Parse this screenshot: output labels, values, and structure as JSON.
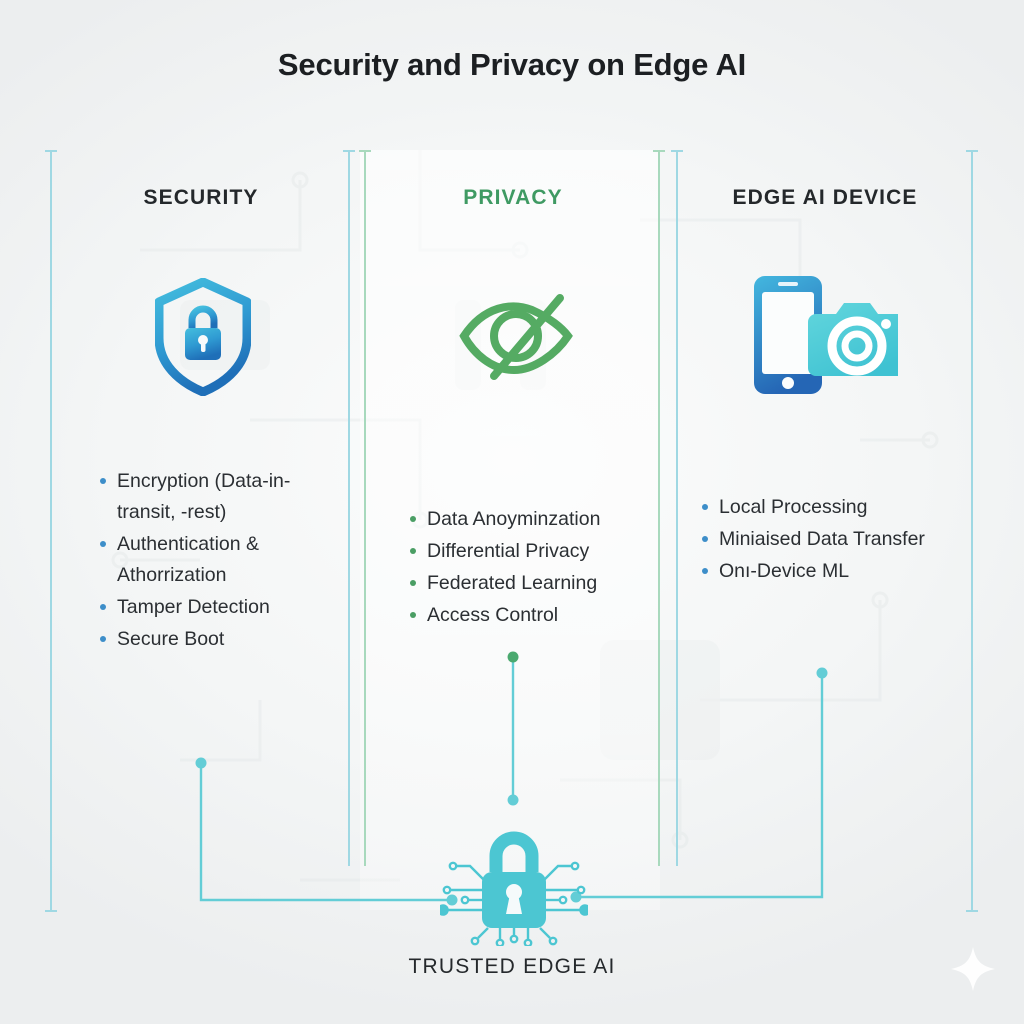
{
  "title": "Security and Privacy on Edge AI",
  "footer": {
    "label": "TRUSTED EDGE AI",
    "icon": "circuit-padlock-icon"
  },
  "colors": {
    "background": "#f4f6f6",
    "security_accent": "#3d8ec9",
    "privacy_accent": "#4a9e64",
    "device_accent": "#45c0d0",
    "connector": "#63cdd6",
    "title_text": "#1c1f22",
    "body_text": "#2b2f33"
  },
  "columns": [
    {
      "id": "security",
      "heading": "SECURITY",
      "heading_color": "#24282b",
      "icon": "shield-lock-icon",
      "bullet_color": "#3d8ec9",
      "items": [
        "Encryption (Data-in-transit, -rest)",
        "Authentication & Athorrization",
        "Tamper Detection",
        "Secure Boot"
      ]
    },
    {
      "id": "privacy",
      "heading": "PRIVACY",
      "heading_color": "#3f9a63",
      "icon": "eye-slash-icon",
      "bullet_color": "#4a9e64",
      "items": [
        "Data Anoyminzation",
        "Differential Privacy",
        "Federated Learning",
        "Access Control"
      ]
    },
    {
      "id": "edge-ai-device",
      "heading": "EDGE AI DEVICE",
      "heading_color": "#24282b",
      "icon": "smartphone-camera-icon",
      "bullet_color": "#3d8ec9",
      "items": [
        "Local Processing",
        "Miniaised Data Transfer",
        " Onı-Device ML"
      ]
    }
  ],
  "decor": {
    "sparkle": "sparkle-icon"
  }
}
